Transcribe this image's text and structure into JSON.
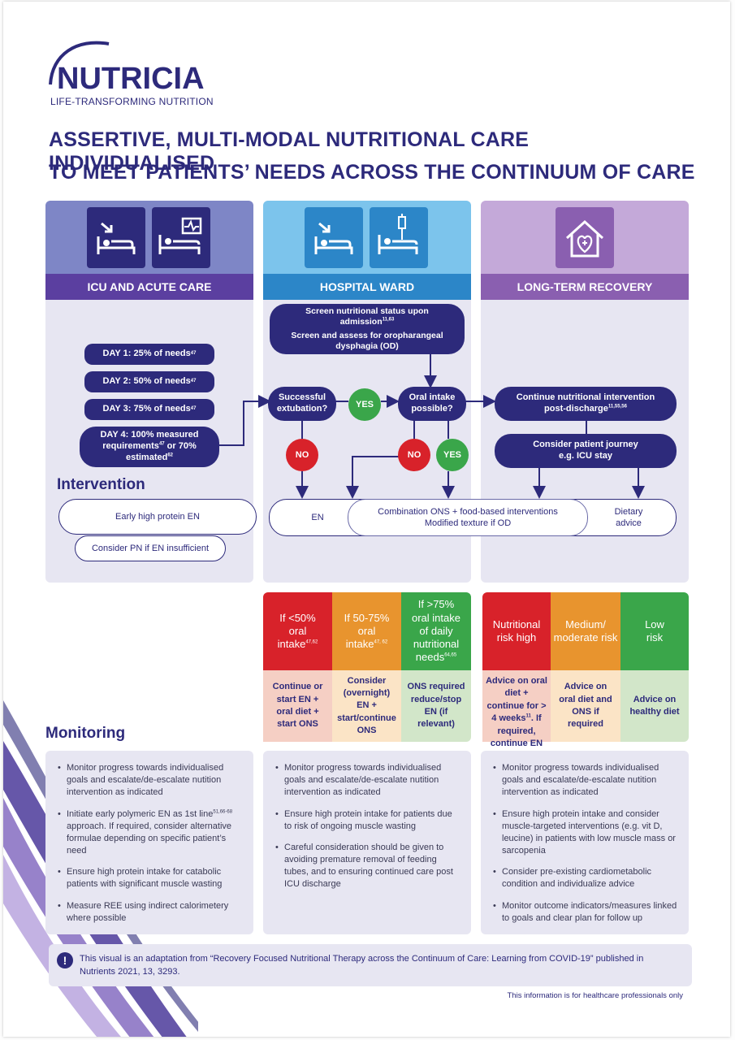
{
  "brand": {
    "name": "NUTRICIA",
    "tagline": "LIFE-TRANSFORMING NUTRITION"
  },
  "title": {
    "line1": "ASSERTIVE, MULTI-MODAL NUTRITIONAL CARE INDIVIDUALISED",
    "line2": "TO MEET PATIENTS’ NEEDS ACROSS THE CONTINUUM OF CARE"
  },
  "columns": {
    "icu": {
      "label": "ICU AND ACUTE CARE"
    },
    "ward": {
      "label": "HOSPITAL WARD"
    },
    "recovery": {
      "label": "LONG-TERM RECOVERY"
    }
  },
  "icu_days": {
    "day1": "DAY 1: 25% of needs",
    "day1_ref": "47",
    "day2": "DAY 2: 50% of needs",
    "day2_ref": "47",
    "day3": "DAY 3: 75% of needs",
    "day3_ref": "47",
    "day4_a": "DAY 4: 100% measured",
    "day4_b": "requirements",
    "day4_ref1": "47",
    "day4_c": " or 70%",
    "day4_d": "estimated",
    "day4_ref2": "62"
  },
  "ward_flow": {
    "screen1": "Screen nutritional status upon admission",
    "screen1_ref": "11,63",
    "screen2": "Screen and assess for oropharangeal dysphagia (OD)",
    "extubation_a": "Successful",
    "extubation_b": "extubation?",
    "oral_a": "Oral intake",
    "oral_b": "possible?",
    "yes": "YES",
    "no": "NO"
  },
  "recovery_flow": {
    "continue_a": "Continue nutritional intervention",
    "continue_b": "post-discharge",
    "continue_ref": "11,55,56",
    "journey_a": "Consider patient journey",
    "journey_b": "e.g. ICU stay"
  },
  "intervention": {
    "heading": "Intervention",
    "early_en": "Early high protein EN",
    "consider_pn": "Consider PN if EN insufficient",
    "en": "EN",
    "combo_a": "Combination ONS + food-based interventions",
    "combo_b": "Modified texture if OD",
    "dietary_a": "Dietary",
    "dietary_b": "advice"
  },
  "intake_table": {
    "h1_a": "If <50%",
    "h1_b": "oral",
    "h1_c": "intake",
    "h1_ref": "47,62",
    "h2_a": "If 50-75%",
    "h2_b": "oral",
    "h2_c": "intake",
    "h2_ref": "47, 62",
    "h3_a": "If >75%",
    "h3_b": "oral intake",
    "h3_c": "of daily",
    "h3_d": "nutritional",
    "h3_e": "needs",
    "h3_ref": "64,65",
    "b1": "Continue or start EN + oral diet + start ONS",
    "b2": "Consider (overnight) EN + start/continue ONS",
    "b3": "ONS required reduce/stop EN (if relevant)"
  },
  "risk_table": {
    "h1_a": "Nutritional",
    "h1_b": "risk high",
    "h2_a": "Medium/",
    "h2_b": "moderate risk",
    "h3_a": "Low",
    "h3_b": "risk",
    "b1_a": "Advice on oral diet + continue for > 4 weeks",
    "b1_ref": "11",
    "b1_b": ". If required, continue EN",
    "b2": "Advice on oral diet and ONS if required",
    "b3": "Advice on healthy diet"
  },
  "monitoring": {
    "heading": "Monitoring",
    "icu": {
      "i1": "Monitor progress towards individualised goals and escalate/de-escalate nutition intervention as indicated",
      "i2_a": "Initiate early polymeric EN as 1st line",
      "i2_ref": "51,66-68",
      "i2_b": " approach. If required, consider alternative formulae depending on specific patient’s need",
      "i3": "Ensure high protein intake for catabolic patients with significant muscle wasting",
      "i4": "Measure REE using indirect calorimetery where possible"
    },
    "ward": {
      "i1": "Monitor progress towards individualised goals and escalate/de-escalate nutition intervention as indicated",
      "i2": "Ensure high protein intake for patients due to risk of ongoing muscle wasting",
      "i3": "Careful consideration should be given to avoiding premature removal of feeding tubes, and to ensuring continued care post ICU discharge"
    },
    "recovery": {
      "i1": "Monitor progress towards individualised goals and escalate/de-escalate nutition intervention as indicated",
      "i2": "Ensure high protein intake and consider muscle-targeted interventions (e.g. vit D, leucine) in patients with low muscle mass or sarcopenia",
      "i3": "Consider pre-existing cardiometabolic condition and individualize advice",
      "i4": "Monitor outcome indicators/measures linked to goals and clear plan for follow up"
    }
  },
  "note": {
    "icon": "!",
    "text": "This visual is an adaptation from “Recovery Focused Nutritional Therapy across the Continuum of Care: Learning from COVID-19” published in Nutrients 2021, 13, 3293."
  },
  "footer": "This information is for healthcare professionals only",
  "colors": {
    "navy": "#2d2a7b",
    "icu_band": "#5b3fa0",
    "ward_band": "#2c86c8",
    "recovery_band": "#8a5fb0",
    "red": "#d8222a",
    "green": "#3aa64a",
    "orange": "#e8942e",
    "panel": "#e7e6f2"
  }
}
